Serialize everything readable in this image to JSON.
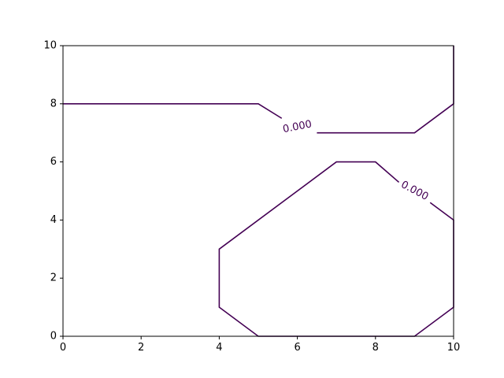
{
  "chart_data": {
    "type": "contour",
    "title": "",
    "xlabel": "",
    "ylabel": "",
    "xlim": [
      0,
      10
    ],
    "ylim": [
      0,
      10
    ],
    "x_ticks": [
      0,
      2,
      4,
      6,
      8,
      10
    ],
    "y_ticks": [
      0,
      2,
      4,
      6,
      8,
      10
    ],
    "x_tick_labels": [
      "0",
      "2",
      "4",
      "6",
      "8",
      "10"
    ],
    "y_tick_labels": [
      "0",
      "2",
      "4",
      "6",
      "8",
      "10"
    ],
    "grid": false,
    "line_color": "#440154",
    "levels": [
      {
        "level": 0.0,
        "label": "0.000",
        "paths": [
          [
            [
              0,
              8
            ],
            [
              5,
              8
            ],
            [
              5.6,
              7.5
            ]
          ],
          [
            [
              6.5,
              7
            ],
            [
              9,
              7
            ],
            [
              10,
              8
            ],
            [
              10,
              10
            ]
          ],
          [
            [
              9.4,
              4.6
            ],
            [
              10,
              4
            ],
            [
              10,
              1
            ],
            [
              9,
              0
            ],
            [
              5,
              0
            ],
            [
              4,
              1
            ],
            [
              4,
              3
            ],
            [
              7,
              6
            ],
            [
              8,
              6
            ],
            [
              8.6,
              5.3
            ]
          ]
        ],
        "labels": [
          {
            "text": "0.000",
            "x": 6.0,
            "y": 7.2,
            "angle_deg": -11
          },
          {
            "text": "0.000",
            "x": 9.0,
            "y": 5.0,
            "angle_deg": 28
          }
        ]
      }
    ]
  }
}
